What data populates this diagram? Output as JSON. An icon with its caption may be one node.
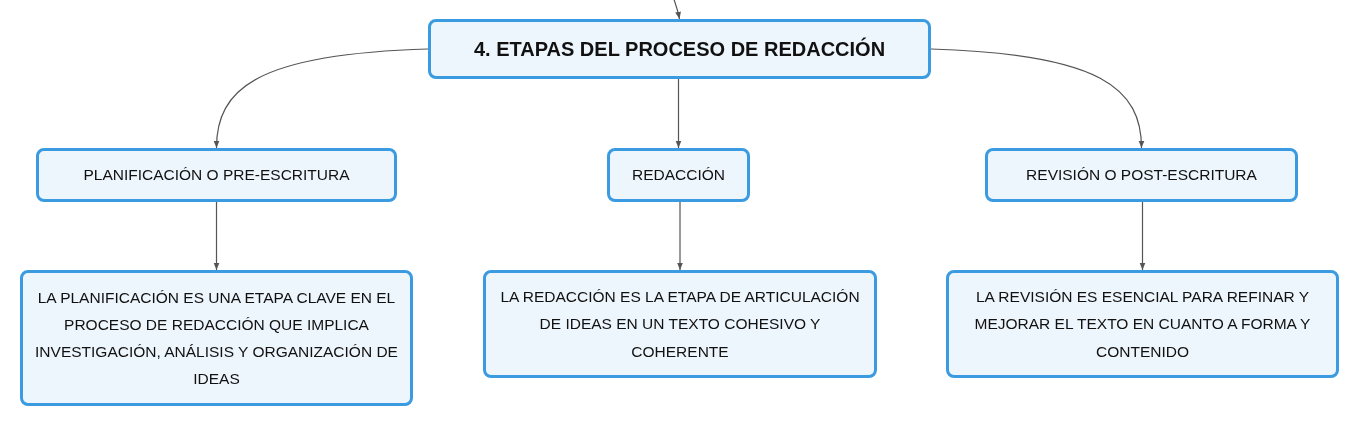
{
  "diagram": {
    "nodes": [
      {
        "text": [
          "4. ETAPAS DEL PROCESO DE REDACCIÓN"
        ]
      },
      {
        "text": [
          "PLANIFICACIÓN O PRE-ESCRITURA"
        ]
      },
      {
        "text": [
          "REDACCIÓN"
        ]
      },
      {
        "text": [
          "REVISIÓN O POST-ESCRITURA"
        ]
      },
      {
        "text": [
          "LA PLANIFICACIÓN ES UNA ETAPA CLAVE EN EL PROCESO DE REDACCIÓN QUE IMPLICA INVESTIGACIÓN, ANÁLISIS Y ORGANIZACIÓN DE IDEAS"
        ]
      },
      {
        "text": [
          "LA REDACCIÓN ES LA ETAPA DE ARTICULACIÓN DE IDEAS EN UN TEXTO COHESIVO Y COHERENTE"
        ]
      },
      {
        "text": [
          "LA REVISIÓN ES ESENCIAL PARA REFINAR Y MEJORAR EL TEXTO EN CUANTO A FORMA Y CONTENIDO"
        ]
      }
    ],
    "edges": [
      {
        "from": null,
        "to": 0,
        "arrow": "to"
      },
      {
        "from": 0,
        "to": 1,
        "arrow": "to"
      },
      {
        "from": 0,
        "to": 2,
        "arrow": "to"
      },
      {
        "from": 0,
        "to": 3,
        "arrow": "to"
      },
      {
        "from": 1,
        "to": 4,
        "arrow": "to"
      },
      {
        "from": 2,
        "to": 5,
        "arrow": "to"
      },
      {
        "from": 3,
        "to": 6,
        "arrow": "to"
      }
    ]
  }
}
